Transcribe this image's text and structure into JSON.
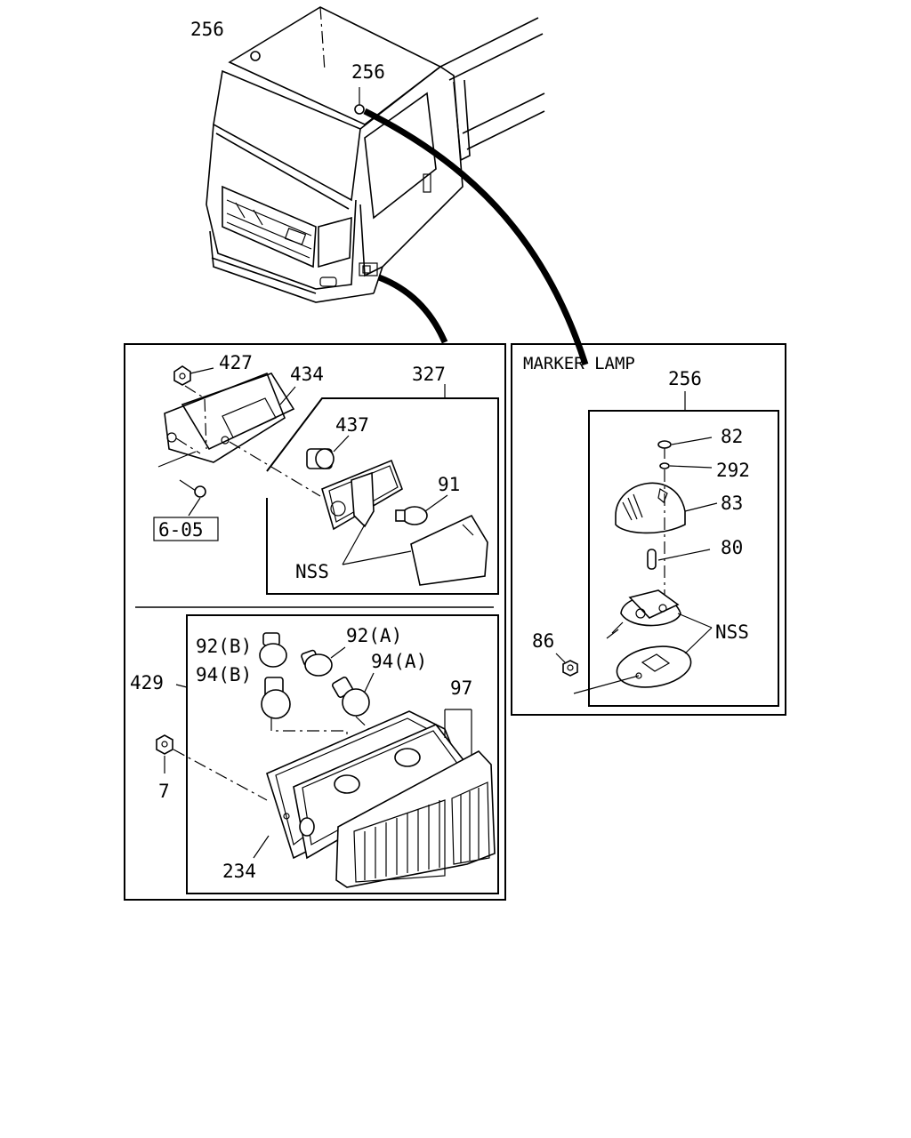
{
  "labels": {
    "cab_marker_left": "256",
    "cab_marker_right": "256",
    "lamp_clearance_nut": "427",
    "lamp_gasket": "434",
    "side_turn_lamp_assy": "327",
    "socket": "437",
    "bulb_side": "91",
    "screw_ref": "6-05",
    "nss_side": "NSS",
    "front_combination_lamp": "429",
    "bulb_92b": "92(B)",
    "bulb_92a": "92(A)",
    "bulb_94b": "94(B)",
    "bulb_94a": "94(A)",
    "lens_97": "97",
    "nut_7": "7",
    "gasket_234": "234",
    "marker_section_title": "MARKER LAMP",
    "marker_lamp_assy": "256",
    "screw_82": "82",
    "washer_292": "292",
    "lens_83": "83",
    "bulb_80": "80",
    "nss_marker": "NSS",
    "nut_86": "86"
  }
}
